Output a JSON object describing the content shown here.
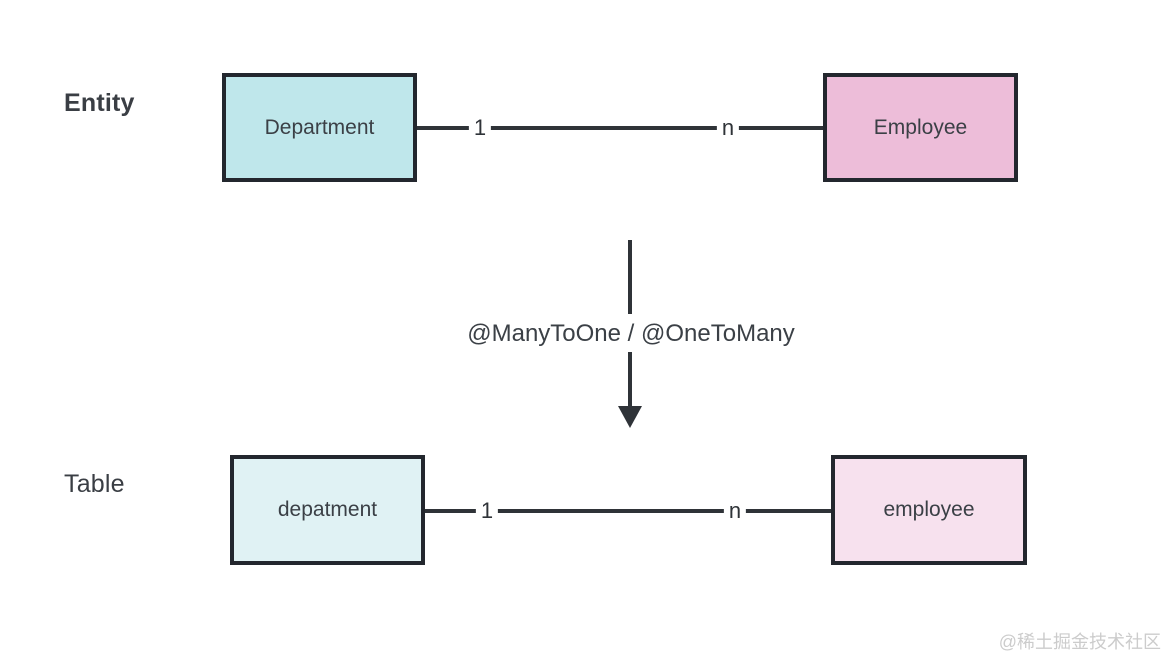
{
  "diagram": {
    "entity_row": {
      "label": "Entity",
      "left_box": "Department",
      "right_box": "Employee",
      "left_cardinality": "1",
      "right_cardinality": "n"
    },
    "table_row": {
      "label": "Table",
      "left_box": "depatment",
      "right_box": "employee",
      "left_cardinality": "1",
      "right_cardinality": "n"
    },
    "arrow_label": "@ManyToOne / @OneToMany",
    "watermark": "@稀土掘金技术社区",
    "colors": {
      "entity_left_fill": "#bfe7eb",
      "entity_right_fill": "#edbdd9",
      "table_left_fill": "#e0f2f4",
      "table_right_fill": "#f7e1ee",
      "border": "#23272e",
      "line": "#2f3338",
      "box_text": "#3b4046",
      "label_text": "#3a3e44",
      "watermark": "#cccccc"
    }
  }
}
